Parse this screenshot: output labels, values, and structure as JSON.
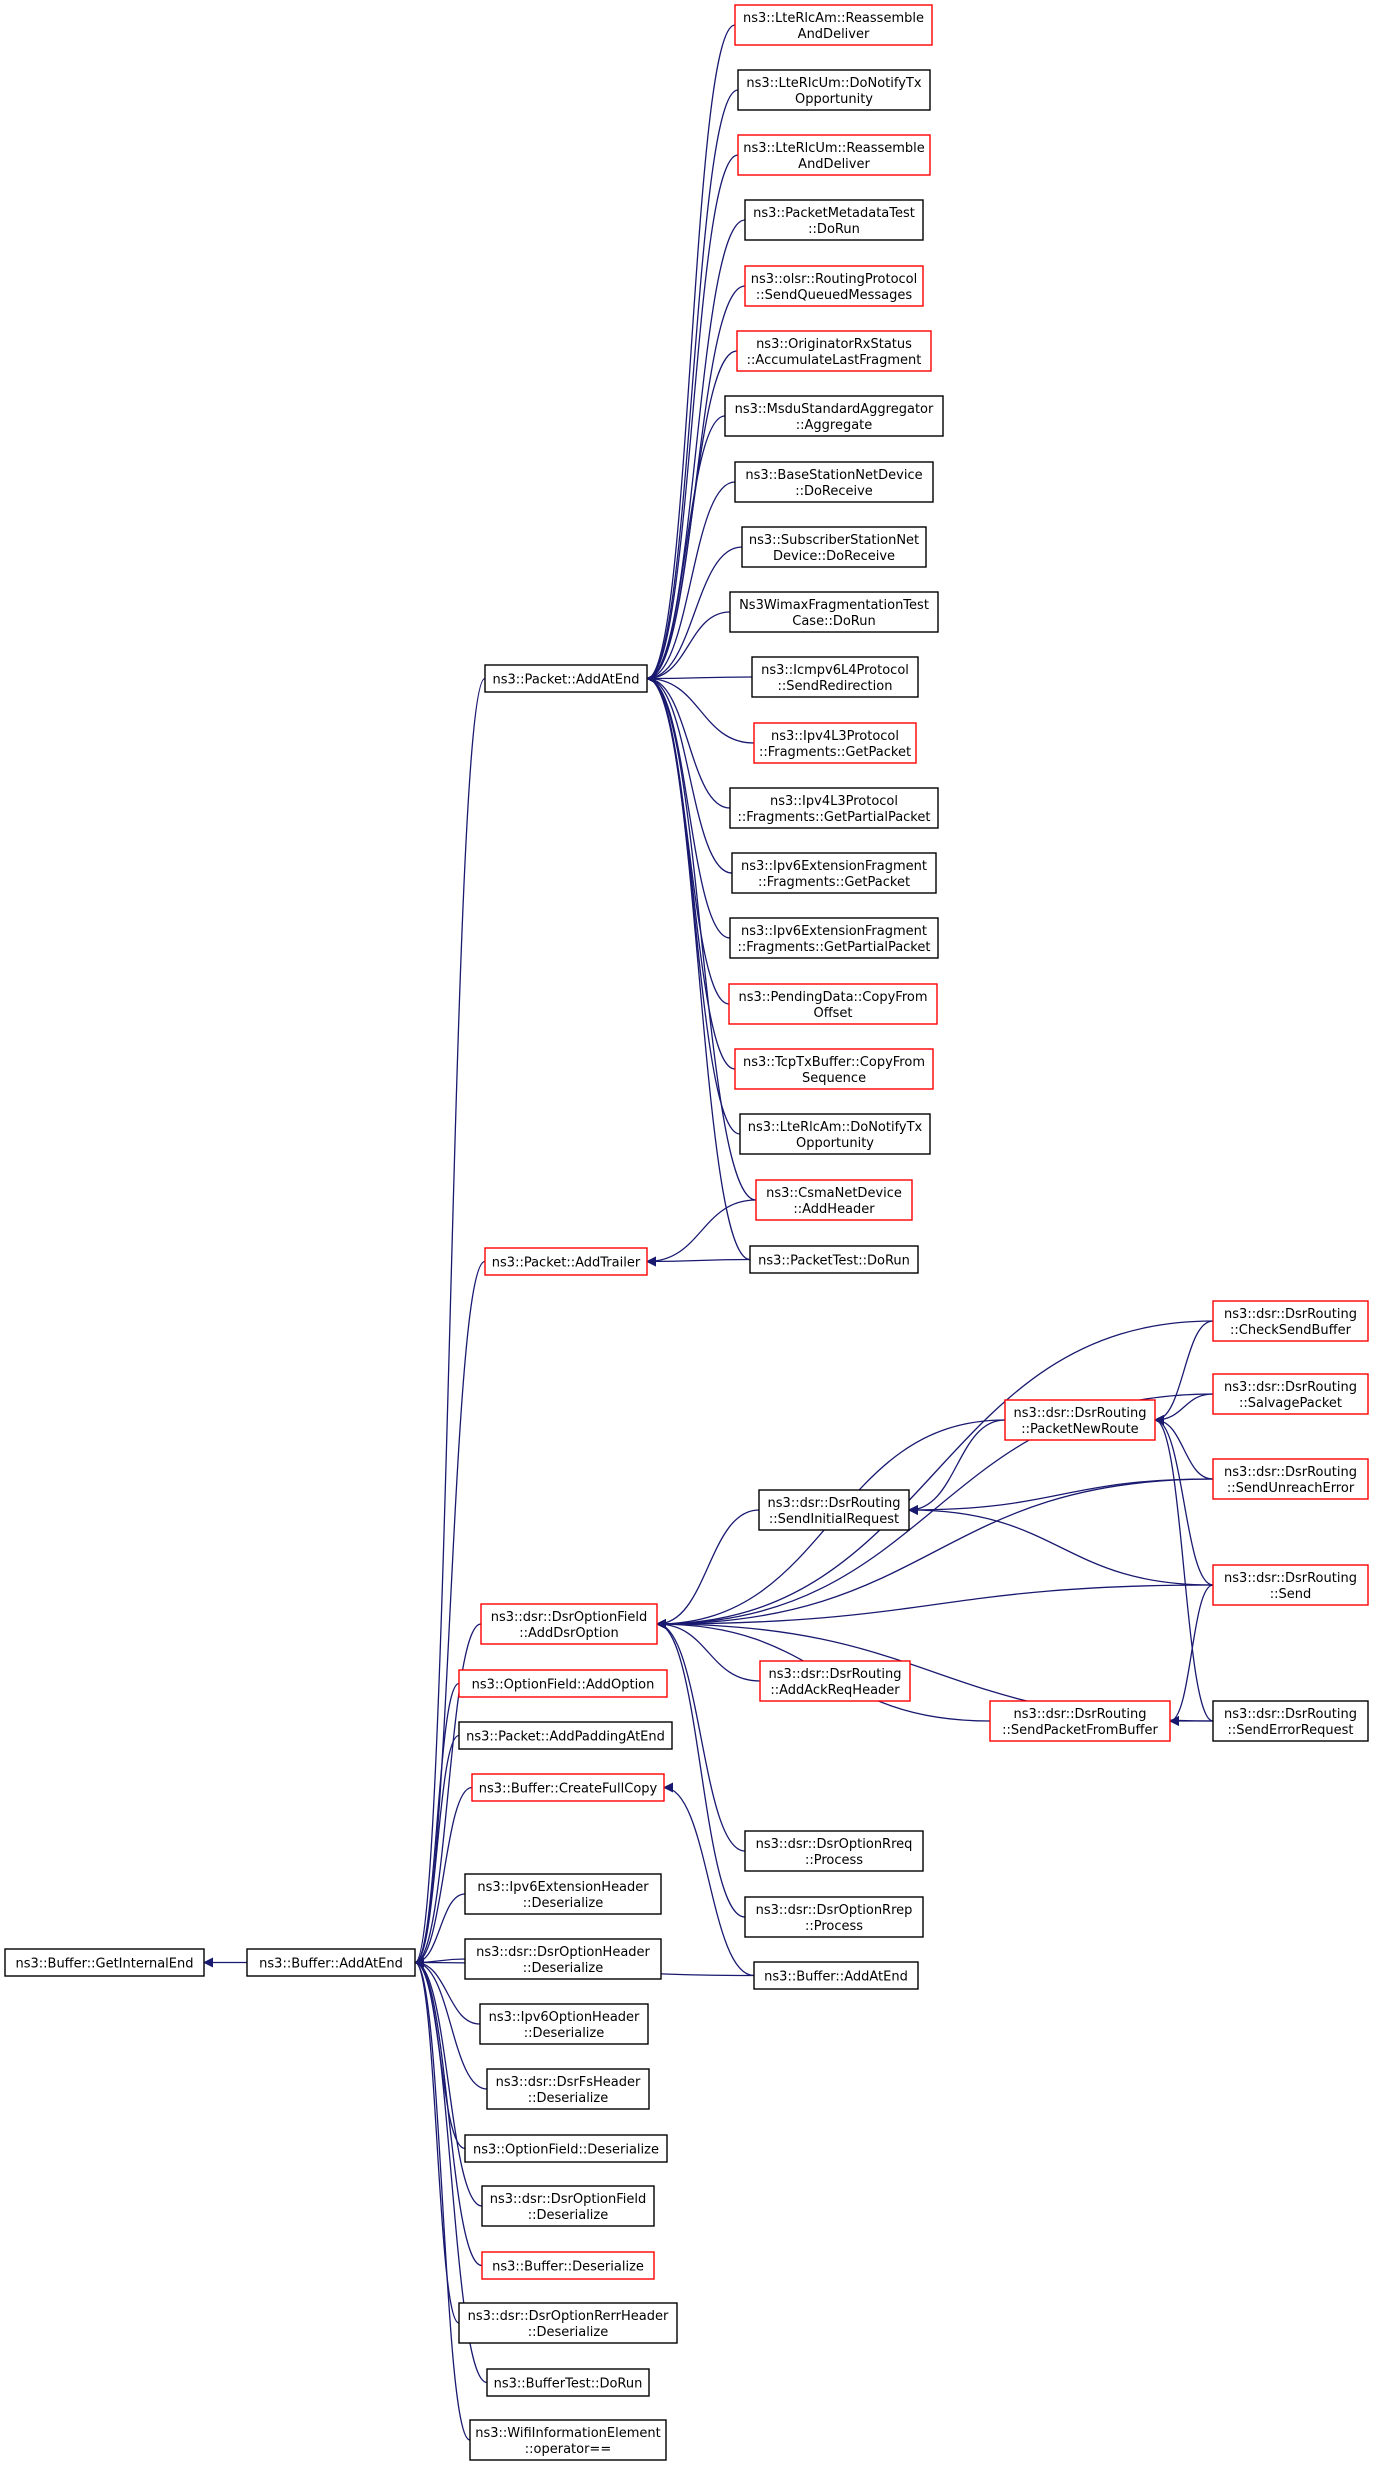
{
  "colors": {
    "edge": "#191970",
    "arrowhead": "#191970",
    "node_border_normal": "#000000",
    "node_border_truncated": "#ff0000",
    "node_fill": "#ffffff",
    "root_fill": "#bfbfbf",
    "background": "#ffffff"
  },
  "graph": {
    "type": "call-graph",
    "direction": "right-to-left",
    "nodes": [
      {
        "id": "getinternalend",
        "lines": [
          "ns3::Buffer::GetInternalEnd"
        ],
        "style": "root"
      },
      {
        "id": "buffer_addatend",
        "lines": [
          "ns3::Buffer::AddAtEnd"
        ],
        "style": "normal"
      },
      {
        "id": "packet_addatend",
        "lines": [
          "ns3::Packet::AddAtEnd"
        ],
        "style": "normal"
      },
      {
        "id": "packet_addtrailer",
        "lines": [
          "ns3::Packet::AddTrailer"
        ],
        "style": "truncated"
      },
      {
        "id": "dsroptionfield_adddsroption",
        "lines": [
          "ns3::dsr::DsrOptionField",
          "::AddDsrOption"
        ],
        "style": "truncated"
      },
      {
        "id": "optionfield_addoption",
        "lines": [
          "ns3::OptionField::AddOption"
        ],
        "style": "truncated"
      },
      {
        "id": "packet_addpaddingatend",
        "lines": [
          "ns3::Packet::AddPaddingAtEnd"
        ],
        "style": "normal"
      },
      {
        "id": "buffer_createfullcopy",
        "lines": [
          "ns3::Buffer::CreateFullCopy"
        ],
        "style": "truncated"
      },
      {
        "id": "ipv6extensionheader_deserialize",
        "lines": [
          "ns3::Ipv6ExtensionHeader",
          "::Deserialize"
        ],
        "style": "normal"
      },
      {
        "id": "dsroptionheader_deserialize",
        "lines": [
          "ns3::dsr::DsrOptionHeader",
          "::Deserialize"
        ],
        "style": "normal"
      },
      {
        "id": "ipv6optionheader_deserialize",
        "lines": [
          "ns3::Ipv6OptionHeader",
          "::Deserialize"
        ],
        "style": "normal"
      },
      {
        "id": "dsrfsheader_deserialize",
        "lines": [
          "ns3::dsr::DsrFsHeader",
          "::Deserialize"
        ],
        "style": "normal"
      },
      {
        "id": "optionfield_deserialize",
        "lines": [
          "ns3::OptionField::Deserialize"
        ],
        "style": "normal"
      },
      {
        "id": "dsroptionfield_deserialize",
        "lines": [
          "ns3::dsr::DsrOptionField",
          "::Deserialize"
        ],
        "style": "normal"
      },
      {
        "id": "buffer_deserialize",
        "lines": [
          "ns3::Buffer::Deserialize"
        ],
        "style": "truncated"
      },
      {
        "id": "dsroptionrerrheader_deserialize",
        "lines": [
          "ns3::dsr::DsrOptionRerrHeader",
          "::Deserialize"
        ],
        "style": "normal"
      },
      {
        "id": "buffertest_dorun",
        "lines": [
          "ns3::BufferTest::DoRun"
        ],
        "style": "normal"
      },
      {
        "id": "wifiinformationelement_operator",
        "lines": [
          "ns3::WifiInformationElement",
          "::operator=="
        ],
        "style": "normal"
      },
      {
        "id": "ltercam_reassemble",
        "lines": [
          "ns3::LteRlcAm::Reassemble",
          "AndDeliver"
        ],
        "style": "truncated"
      },
      {
        "id": "lterlcum_donotifytx",
        "lines": [
          "ns3::LteRlcUm::DoNotifyTx",
          "Opportunity"
        ],
        "style": "normal"
      },
      {
        "id": "lterlcum_reassemble",
        "lines": [
          "ns3::LteRlcUm::Reassemble",
          "AndDeliver"
        ],
        "style": "truncated"
      },
      {
        "id": "packetmetadatatest_dorun",
        "lines": [
          "ns3::PacketMetadataTest",
          "::DoRun"
        ],
        "style": "normal"
      },
      {
        "id": "olsr_sendqueued",
        "lines": [
          "ns3::olsr::RoutingProtocol",
          "::SendQueuedMessages"
        ],
        "style": "truncated"
      },
      {
        "id": "originatorrxstatus",
        "lines": [
          "ns3::OriginatorRxStatus",
          "::AccumulateLastFragment"
        ],
        "style": "truncated"
      },
      {
        "id": "msdustandardaggregator",
        "lines": [
          "ns3::MsduStandardAggregator",
          "::Aggregate"
        ],
        "style": "normal"
      },
      {
        "id": "basestationnetdevice",
        "lines": [
          "ns3::BaseStationNetDevice",
          "::DoReceive"
        ],
        "style": "normal"
      },
      {
        "id": "subscriberstationnet",
        "lines": [
          "ns3::SubscriberStationNet",
          "Device::DoReceive"
        ],
        "style": "normal"
      },
      {
        "id": "ns3wimaxfragmentation",
        "lines": [
          "Ns3WimaxFragmentationTest",
          "Case::DoRun"
        ],
        "style": "normal"
      },
      {
        "id": "icmpv6l4protocol",
        "lines": [
          "ns3::Icmpv6L4Protocol",
          "::SendRedirection"
        ],
        "style": "normal"
      },
      {
        "id": "ipv4l3_getpacket",
        "lines": [
          "ns3::Ipv4L3Protocol",
          "::Fragments::GetPacket"
        ],
        "style": "truncated"
      },
      {
        "id": "ipv4l3_getpartial",
        "lines": [
          "ns3::Ipv4L3Protocol",
          "::Fragments::GetPartialPacket"
        ],
        "style": "normal"
      },
      {
        "id": "ipv6extfrag_getpacket",
        "lines": [
          "ns3::Ipv6ExtensionFragment",
          "::Fragments::GetPacket"
        ],
        "style": "normal"
      },
      {
        "id": "ipv6extfrag_getpartial",
        "lines": [
          "ns3::Ipv6ExtensionFragment",
          "::Fragments::GetPartialPacket"
        ],
        "style": "normal"
      },
      {
        "id": "pendingdata_copyfrom",
        "lines": [
          "ns3::PendingData::CopyFrom",
          "Offset"
        ],
        "style": "truncated"
      },
      {
        "id": "tcptxbuffer_copyfrom",
        "lines": [
          "ns3::TcpTxBuffer::CopyFrom",
          "Sequence"
        ],
        "style": "truncated"
      },
      {
        "id": "lterlcam_donotifytx",
        "lines": [
          "ns3::LteRlcAm::DoNotifyTx",
          "Opportunity"
        ],
        "style": "normal"
      },
      {
        "id": "csmanetdevice_addheader",
        "lines": [
          "ns3::CsmaNetDevice",
          "::AddHeader"
        ],
        "style": "truncated"
      },
      {
        "id": "packettest_dorun",
        "lines": [
          "ns3::PacketTest::DoRun"
        ],
        "style": "normal"
      },
      {
        "id": "dsr_checksendbuffer",
        "lines": [
          "ns3::dsr::DsrRouting",
          "::CheckSendBuffer"
        ],
        "style": "truncated"
      },
      {
        "id": "dsr_salvagepacket",
        "lines": [
          "ns3::dsr::DsrRouting",
          "::SalvagePacket"
        ],
        "style": "truncated"
      },
      {
        "id": "dsr_packetnewroute",
        "lines": [
          "ns3::dsr::DsrRouting",
          "::PacketNewRoute"
        ],
        "style": "truncated"
      },
      {
        "id": "dsr_sendunreacherror",
        "lines": [
          "ns3::dsr::DsrRouting",
          "::SendUnreachError"
        ],
        "style": "truncated"
      },
      {
        "id": "dsr_sendinitialrequest",
        "lines": [
          "ns3::dsr::DsrRouting",
          "::SendInitialRequest"
        ],
        "style": "normal"
      },
      {
        "id": "dsr_send",
        "lines": [
          "ns3::dsr::DsrRouting",
          "::Send"
        ],
        "style": "truncated"
      },
      {
        "id": "dsr_addackreqheader",
        "lines": [
          "ns3::dsr::DsrRouting",
          "::AddAckReqHeader"
        ],
        "style": "truncated"
      },
      {
        "id": "dsr_sendpacketfrombuffer",
        "lines": [
          "ns3::dsr::DsrRouting",
          "::SendPacketFromBuffer"
        ],
        "style": "truncated"
      },
      {
        "id": "dsr_senderrorrequest",
        "lines": [
          "ns3::dsr::DsrRouting",
          "::SendErrorRequest"
        ],
        "style": "normal"
      },
      {
        "id": "dsroptionrreq_process",
        "lines": [
          "ns3::dsr::DsrOptionRreq",
          "::Process"
        ],
        "style": "normal"
      },
      {
        "id": "dsroptionrrep_process",
        "lines": [
          "ns3::dsr::DsrOptionRrep",
          "::Process"
        ],
        "style": "normal"
      },
      {
        "id": "buffer_addatend2",
        "lines": [
          "ns3::Buffer::AddAtEnd"
        ],
        "style": "normal"
      }
    ],
    "edges": [
      [
        "buffer_addatend",
        "getinternalend"
      ],
      [
        "packet_addatend",
        "buffer_addatend"
      ],
      [
        "packet_addtrailer",
        "buffer_addatend"
      ],
      [
        "dsroptionfield_adddsroption",
        "buffer_addatend"
      ],
      [
        "optionfield_addoption",
        "buffer_addatend"
      ],
      [
        "packet_addpaddingatend",
        "buffer_addatend"
      ],
      [
        "buffer_createfullcopy",
        "buffer_addatend"
      ],
      [
        "buffer_addatend2",
        "buffer_addatend"
      ],
      [
        "ipv6extensionheader_deserialize",
        "buffer_addatend"
      ],
      [
        "dsroptionheader_deserialize",
        "buffer_addatend"
      ],
      [
        "ipv6optionheader_deserialize",
        "buffer_addatend"
      ],
      [
        "dsrfsheader_deserialize",
        "buffer_addatend"
      ],
      [
        "optionfield_deserialize",
        "buffer_addatend"
      ],
      [
        "dsroptionfield_deserialize",
        "buffer_addatend"
      ],
      [
        "buffer_deserialize",
        "buffer_addatend"
      ],
      [
        "dsroptionrerrheader_deserialize",
        "buffer_addatend"
      ],
      [
        "buffertest_dorun",
        "buffer_addatend"
      ],
      [
        "wifiinformationelement_operator",
        "buffer_addatend"
      ],
      [
        "ltercam_reassemble",
        "packet_addatend"
      ],
      [
        "lterlcum_donotifytx",
        "packet_addatend"
      ],
      [
        "lterlcum_reassemble",
        "packet_addatend"
      ],
      [
        "packetmetadatatest_dorun",
        "packet_addatend"
      ],
      [
        "olsr_sendqueued",
        "packet_addatend"
      ],
      [
        "originatorrxstatus",
        "packet_addatend"
      ],
      [
        "msdustandardaggregator",
        "packet_addatend"
      ],
      [
        "basestationnetdevice",
        "packet_addatend"
      ],
      [
        "subscriberstationnet",
        "packet_addatend"
      ],
      [
        "ns3wimaxfragmentation",
        "packet_addatend"
      ],
      [
        "icmpv6l4protocol",
        "packet_addatend"
      ],
      [
        "ipv4l3_getpacket",
        "packet_addatend"
      ],
      [
        "ipv4l3_getpartial",
        "packet_addatend"
      ],
      [
        "ipv6extfrag_getpacket",
        "packet_addatend"
      ],
      [
        "ipv6extfrag_getpartial",
        "packet_addatend"
      ],
      [
        "pendingdata_copyfrom",
        "packet_addatend"
      ],
      [
        "tcptxbuffer_copyfrom",
        "packet_addatend"
      ],
      [
        "lterlcam_donotifytx",
        "packet_addatend"
      ],
      [
        "csmanetdevice_addheader",
        "packet_addatend"
      ],
      [
        "packettest_dorun",
        "packet_addatend"
      ],
      [
        "csmanetdevice_addheader",
        "packet_addtrailer"
      ],
      [
        "packettest_dorun",
        "packet_addtrailer"
      ],
      [
        "dsr_checksendbuffer",
        "dsroptionfield_adddsroption"
      ],
      [
        "dsr_salvagepacket",
        "dsroptionfield_adddsroption"
      ],
      [
        "dsr_packetnewroute",
        "dsroptionfield_adddsroption"
      ],
      [
        "dsr_sendunreacherror",
        "dsroptionfield_adddsroption"
      ],
      [
        "dsr_sendinitialrequest",
        "dsroptionfield_adddsroption"
      ],
      [
        "dsr_send",
        "dsroptionfield_adddsroption"
      ],
      [
        "dsr_addackreqheader",
        "dsroptionfield_adddsroption"
      ],
      [
        "dsr_sendpacketfrombuffer",
        "dsroptionfield_adddsroption"
      ],
      [
        "dsr_senderrorrequest",
        "dsroptionfield_adddsroption"
      ],
      [
        "dsroptionrreq_process",
        "dsroptionfield_adddsroption"
      ],
      [
        "dsroptionrrep_process",
        "dsroptionfield_adddsroption"
      ],
      [
        "dsr_checksendbuffer",
        "dsr_packetnewroute"
      ],
      [
        "dsr_salvagepacket",
        "dsr_packetnewroute"
      ],
      [
        "dsr_sendunreacherror",
        "dsr_packetnewroute"
      ],
      [
        "dsr_send",
        "dsr_packetnewroute"
      ],
      [
        "dsr_senderrorrequest",
        "dsr_packetnewroute"
      ],
      [
        "dsr_packetnewroute",
        "dsr_sendinitialrequest"
      ],
      [
        "dsr_sendunreacherror",
        "dsr_sendinitialrequest"
      ],
      [
        "dsr_send",
        "dsr_sendinitialrequest"
      ],
      [
        "dsr_send",
        "dsr_sendpacketfrombuffer"
      ],
      [
        "dsr_senderrorrequest",
        "dsr_sendpacketfrombuffer"
      ],
      [
        "buffer_addatend2",
        "buffer_createfullcopy"
      ]
    ]
  }
}
